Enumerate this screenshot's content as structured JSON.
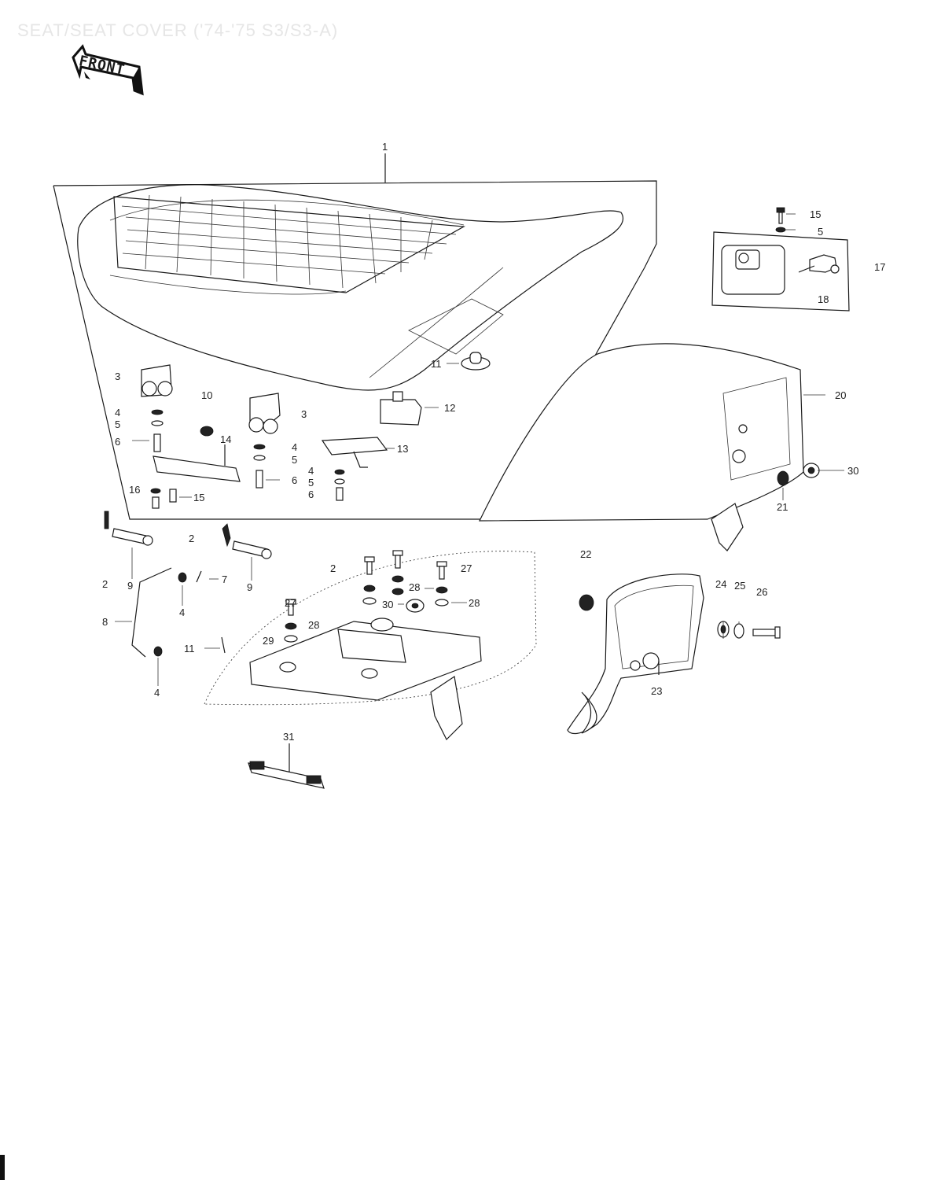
{
  "page": {
    "title": "SEAT/SEAT COVER ('74-'75 S3/S3-A)",
    "front_label": "FRONT"
  },
  "callouts": [
    {
      "id": "c1",
      "text": "1"
    },
    {
      "id": "c15a",
      "text": "15"
    },
    {
      "id": "c5a",
      "text": "5"
    },
    {
      "id": "c17",
      "text": "17"
    },
    {
      "id": "c18",
      "text": "18"
    },
    {
      "id": "c11a",
      "text": "11"
    },
    {
      "id": "c12",
      "text": "12"
    },
    {
      "id": "c3a",
      "text": "3"
    },
    {
      "id": "c3b",
      "text": "3"
    },
    {
      "id": "c10",
      "text": "10"
    },
    {
      "id": "c4a",
      "text": "4"
    },
    {
      "id": "c5b",
      "text": "5"
    },
    {
      "id": "c6a",
      "text": "6"
    },
    {
      "id": "c14",
      "text": "14"
    },
    {
      "id": "c4b",
      "text": "4"
    },
    {
      "id": "c5c",
      "text": "5"
    },
    {
      "id": "c6b",
      "text": "6"
    },
    {
      "id": "c13",
      "text": "13"
    },
    {
      "id": "c4c",
      "text": "4"
    },
    {
      "id": "c5d",
      "text": "5"
    },
    {
      "id": "c6c",
      "text": "6"
    },
    {
      "id": "c16",
      "text": "16"
    },
    {
      "id": "c15b",
      "text": "15"
    },
    {
      "id": "c20",
      "text": "20"
    },
    {
      "id": "c30a",
      "text": "30"
    },
    {
      "id": "c21",
      "text": "21"
    },
    {
      "id": "c2a",
      "text": "2"
    },
    {
      "id": "c2b",
      "text": "2"
    },
    {
      "id": "c9a",
      "text": "9"
    },
    {
      "id": "c9b",
      "text": "9"
    },
    {
      "id": "c2c",
      "text": "2"
    },
    {
      "id": "c7",
      "text": "7"
    },
    {
      "id": "c4d",
      "text": "4"
    },
    {
      "id": "c8",
      "text": "8"
    },
    {
      "id": "c4e",
      "text": "4"
    },
    {
      "id": "c11b",
      "text": "11"
    },
    {
      "id": "c27a",
      "text": "27"
    },
    {
      "id": "c27b",
      "text": "27"
    },
    {
      "id": "c28a",
      "text": "28"
    },
    {
      "id": "c30b",
      "text": "30"
    },
    {
      "id": "c28b",
      "text": "28"
    },
    {
      "id": "c27c",
      "text": "27"
    },
    {
      "id": "c28c",
      "text": "28"
    },
    {
      "id": "c29",
      "text": "29"
    },
    {
      "id": "c22",
      "text": "22"
    },
    {
      "id": "c24",
      "text": "24"
    },
    {
      "id": "c25",
      "text": "25"
    },
    {
      "id": "c26",
      "text": "26"
    },
    {
      "id": "c23",
      "text": "23"
    },
    {
      "id": "c31",
      "text": "31"
    }
  ]
}
